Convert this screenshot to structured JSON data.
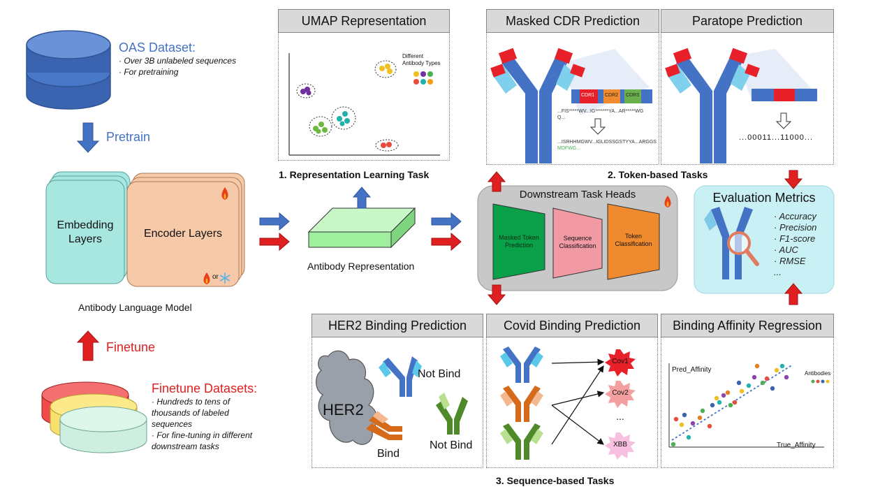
{
  "left": {
    "oas_title": "OAS Dataset:",
    "oas_bullets": [
      "· Over 3B unlabeled sequences",
      "· For pretraining"
    ],
    "pretrain_label": "Pretrain",
    "embedding_label_1": "Embedding",
    "embedding_label_2": "Layers",
    "encoder_label": "Encoder Layers",
    "or_label": "or",
    "model_label": "Antibody Language Model",
    "finetune_label": "Finetune",
    "finetune_title": "Finetune Datasets:",
    "finetune_bullets": [
      "· Hundreds to tens of",
      "thousands of labeled",
      "sequences",
      "· For fine-tuning in different",
      "downstream tasks"
    ]
  },
  "middle": {
    "antibody_representation": "Antibody Representation",
    "representation_task": "1. Representation Learning Task"
  },
  "umap": {
    "title": "UMAP Representation",
    "legend_1": "Different",
    "legend_2": "Antibody Types",
    "legend_colors": [
      "#f0c020",
      "#7030a0",
      "#4caf50",
      "#e74c3c",
      "#20b2aa",
      "#f39c12"
    ]
  },
  "masked_cdr": {
    "title": "Masked CDR Prediction",
    "cdr1": "CDR1",
    "cdr2": "CDR2",
    "cdr3": "CDR3",
    "seq_in_1": "...FIS*****WV...IG*******YA...AR*****WG",
    "seq_in_2": "Q...",
    "seq_out_1": "...ISRHHMGWV...IGLIDSSGSTYYA...ARGGS",
    "seq_out_2": "MDFWG..."
  },
  "paratope": {
    "title": "Paratope Prediction",
    "sequence": "...00011...11000..."
  },
  "token_tasks": "2. Token-based Tasks",
  "heads": {
    "title": "Downstream Task Heads",
    "masked_1": "Masked Token",
    "masked_2": "Prediction",
    "seqcls_1": "Sequence",
    "seqcls_2": "Classification",
    "tokcls_1": "Token",
    "tokcls_2": "Classification"
  },
  "evaluation": {
    "title": "Evaluation Metrics",
    "metrics": [
      "· Accuracy",
      "· Precision",
      "· F1-score",
      "· AUC",
      "· RMSE",
      "..."
    ]
  },
  "her2": {
    "title": "HER2 Binding Prediction",
    "cloud_label": "HER2",
    "not_bind_1": "Not Bind",
    "not_bind_2": "Not Bind",
    "bind": "Bind"
  },
  "covid": {
    "title": "Covid Binding Prediction",
    "targets": [
      "Cov1",
      "Cov2",
      "...",
      "XBB"
    ]
  },
  "affinity": {
    "title": "Binding Affinity Regression",
    "ylabel": "Pred_Affinity",
    "xlabel": "True_Affinity",
    "legend": "Antibodies"
  },
  "sequence_tasks": "3. Sequence-based Tasks",
  "colors": {
    "blue": "#4472c4",
    "red": "#e02020",
    "embedding": "#a8e6e0",
    "encoder": "#f6c9a8",
    "heads_bg": "#c8c8c8",
    "masked_head": "#0aa04a",
    "seqcls_head": "#f19aa3",
    "tokcls_head": "#ef8a2e",
    "eval_bg": "#c9f1f5"
  }
}
